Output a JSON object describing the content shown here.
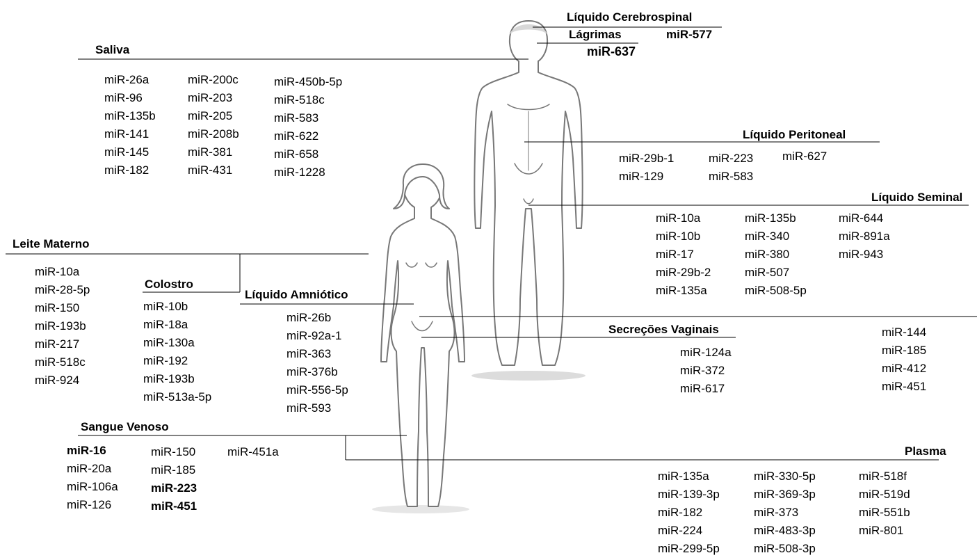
{
  "colors": {
    "line": "#000000",
    "figure_stroke": "#777777",
    "figure_fill": "#ffffff",
    "ground_shadow": "#dcdcdc"
  },
  "icons": {
    "male_figure": "male-body-figure",
    "female_figure": "female-body-figure"
  },
  "groups": {
    "csf": {
      "title": "Líquido Cerebrospinal",
      "items": [
        "miR-577"
      ]
    },
    "tears": {
      "title": "Lágrimas",
      "items": [
        "miR-637"
      ]
    },
    "saliva": {
      "title": "Saliva",
      "col1": [
        "miR-26a",
        "miR-96",
        "miR-135b",
        "miR-141",
        "miR-145",
        "miR-182"
      ],
      "col2": [
        "miR-200c",
        "miR-203",
        "miR-205",
        "miR-208b",
        "miR-381",
        "miR-431"
      ],
      "col3": [
        "miR-450b-5p",
        "miR-518c",
        "miR-583",
        "miR-622",
        "miR-658",
        "miR-1228"
      ]
    },
    "peritoneal": {
      "title": "Líquido Peritoneal",
      "col1": [
        "miR-29b-1",
        "miR-129"
      ],
      "col2": [
        "miR-223",
        "miR-583"
      ],
      "col3": [
        "miR-627"
      ]
    },
    "seminal": {
      "title": "Líquido Seminal",
      "col1": [
        "miR-10a",
        "miR-10b",
        "miR-17",
        "miR-29b-2",
        "miR-135a"
      ],
      "col2": [
        "miR-135b",
        "miR-340",
        "miR-380",
        "miR-507",
        "miR-508-5p"
      ],
      "col3": [
        "miR-644",
        "miR-891a",
        "miR-943"
      ]
    },
    "breast_milk": {
      "title": "Leite Materno",
      "items": [
        "miR-10a",
        "miR-28-5p",
        "miR-150",
        "miR-193b",
        "miR-217",
        "miR-518c",
        "miR-924"
      ]
    },
    "colostrum": {
      "title": "Colostro",
      "items": [
        "miR-10b",
        "miR-18a",
        "miR-130a",
        "miR-192",
        "miR-193b",
        "miR-513a-5p"
      ]
    },
    "amniotic": {
      "title": "Líquido Amniótico",
      "items": [
        "miR-26b",
        "miR-92a-1",
        "miR-363",
        "miR-376b",
        "miR-556-5p",
        "miR-593"
      ]
    },
    "vaginal": {
      "title": "Secreções Vaginais",
      "items": [
        "miR-124a",
        "miR-372",
        "miR-617"
      ],
      "extra": [
        "miR-144",
        "miR-185",
        "miR-412",
        "miR-451"
      ]
    },
    "venous_blood": {
      "title": "Sangue Venoso",
      "col1": [
        {
          "text": "miR-16",
          "bold": true
        },
        {
          "text": "miR-20a",
          "bold": false
        },
        {
          "text": "miR-106a",
          "bold": false
        },
        {
          "text": "miR-126",
          "bold": false
        }
      ],
      "col2": [
        {
          "text": "miR-150",
          "bold": false
        },
        {
          "text": "miR-185",
          "bold": false
        },
        {
          "text": "miR-223",
          "bold": true
        },
        {
          "text": "miR-451",
          "bold": true
        }
      ],
      "col3": [
        {
          "text": "miR-451a",
          "bold": false
        }
      ]
    },
    "plasma": {
      "title": "Plasma",
      "col1": [
        "miR-135a",
        "miR-139-3p",
        "miR-182",
        "miR-224",
        "miR-299-5p"
      ],
      "col2": [
        "miR-330-5p",
        "miR-369-3p",
        "miR-373",
        "miR-483-3p",
        "miR-508-3p"
      ],
      "col3": [
        "miR-518f",
        "miR-519d",
        "miR-551b",
        "miR-801"
      ]
    }
  }
}
